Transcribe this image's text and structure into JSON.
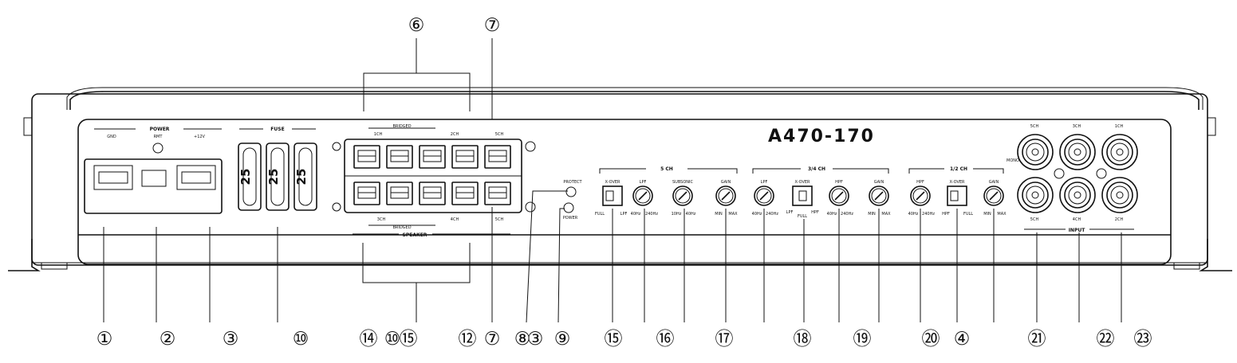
{
  "model": "A470-170",
  "fuse_rating": "25",
  "power": {
    "title": "POWER",
    "terminals": [
      "GND",
      "RMT",
      "+12V"
    ]
  },
  "fuse": {
    "title": "FUSE"
  },
  "speaker": {
    "title": "SPEAKER",
    "bridged_label": "BRIDGED",
    "top_labels": [
      "1CH",
      "2CH",
      "5CH"
    ],
    "bottom_labels": [
      "3CH",
      "4CH",
      "5CH"
    ]
  },
  "leds": {
    "protect": "PROTECT",
    "power": "POWER"
  },
  "sections": {
    "ch5": {
      "title": "5 CH",
      "xover": "X-OVER",
      "xover_opts": [
        "FULL",
        "LPF"
      ],
      "lpf": "LPF",
      "lpf_range": [
        "40Hz",
        "240Hz"
      ],
      "subsonic": "SUBSONIC",
      "subsonic_range": [
        "10Hz",
        "40Hz"
      ],
      "gain": "GAIN",
      "gain_range": [
        "MIN",
        "MAX"
      ]
    },
    "ch34": {
      "title": "3/4 CH",
      "lpf": "LPF",
      "lpf_range": [
        "40Hz",
        "240Hz"
      ],
      "xover": "X-OVER",
      "xover_opts": [
        "LPF",
        "FULL",
        "HPF"
      ],
      "hpf": "HPF",
      "hpf_range": [
        "40Hz",
        "240Hz"
      ],
      "gain": "GAIN",
      "gain_range": [
        "MIN",
        "MAX"
      ]
    },
    "ch12": {
      "title": "1/2 CH",
      "hpf": "HPF",
      "hpf_range": [
        "40Hz",
        "240Hz"
      ],
      "xover": "X-OVER",
      "xover_opts": [
        "HPF",
        "FULL"
      ],
      "gain": "GAIN",
      "gain_range": [
        "MIN",
        "MAX"
      ]
    }
  },
  "input": {
    "title": "INPUT",
    "mono": "MONO",
    "top": [
      "5CH",
      "3CH",
      "1CH"
    ],
    "bottom": [
      "5CH",
      "4CH",
      "2CH"
    ]
  },
  "callouts": {
    "top": [
      "⑥",
      "⑦"
    ],
    "bottom": [
      "①",
      "②",
      "③",
      "⑩",
      "⑭",
      "⑩",
      "⑮",
      "⑫",
      "⑦",
      "⑧",
      "③",
      "⑨",
      "⑮",
      "⑯",
      "⑰",
      "⑱",
      "⑲",
      "⑳",
      "④",
      "㉑",
      "㉒",
      "㉓"
    ]
  }
}
